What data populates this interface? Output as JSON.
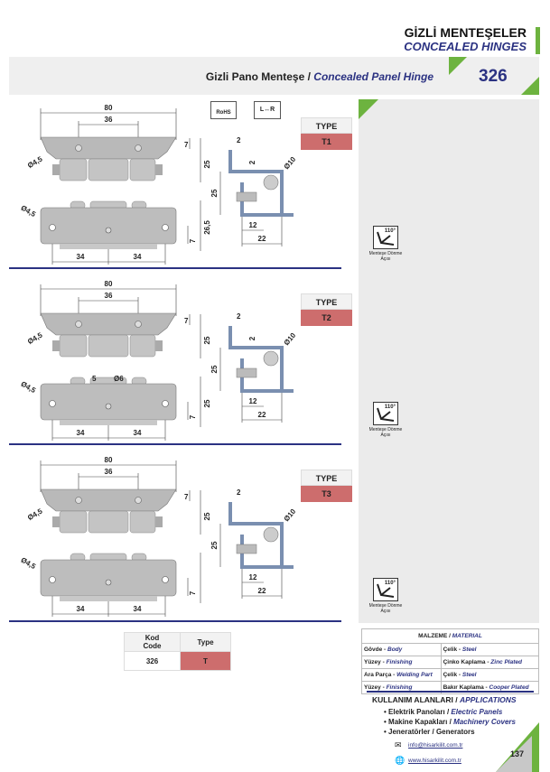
{
  "header": {
    "title_tr": "GİZLİ MENTEŞELER",
    "title_en": "CONCEALED HINGES",
    "subtitle_tr": "Gizli Pano Menteşe / ",
    "subtitle_en": "Concealed Panel Hinge",
    "code": "326"
  },
  "badges": {
    "rohs": "RoHS",
    "lr": "L↔R"
  },
  "colors": {
    "accent": "#2b3282",
    "green": "#6db33f",
    "type_red": "#cd6d6d"
  },
  "sections": [
    {
      "type_label": "TYPE",
      "type": "T1",
      "d80": "80",
      "d36": "36",
      "dia_top": "Ø4,5",
      "h7": "7",
      "h25": "25",
      "dia_bot": "Ø4,5",
      "hb": "26,5",
      "hb7": "7",
      "s34a": "34",
      "s34b": "34",
      "sd2a": "2",
      "sd2b": "2",
      "sd10": "Ø10",
      "sd25": "25",
      "sd12": "12",
      "sd22": "22",
      "extra1": "",
      "extra2": "",
      "rotation": "110°",
      "rotation_label": "Menteşe Dönme Açısı"
    },
    {
      "type_label": "TYPE",
      "type": "T2",
      "d80": "80",
      "d36": "36",
      "dia_top": "Ø4,5",
      "h7": "7",
      "h25": "25",
      "dia_bot": "Ø4,5",
      "hb": "25",
      "hb7": "7",
      "s34a": "34",
      "s34b": "34",
      "sd2a": "2",
      "sd2b": "2",
      "sd10": "Ø10",
      "sd25": "25",
      "sd12": "12",
      "sd22": "22",
      "extra1": "5",
      "extra2": "Ø6",
      "rotation": "110°",
      "rotation_label": "Menteşe Dönme Açısı"
    },
    {
      "type_label": "TYPE",
      "type": "T3",
      "d80": "80",
      "d36": "36",
      "dia_top": "Ø4,5",
      "h7": "7",
      "h25": "25",
      "dia_bot": "Ø4,5",
      "hb": "",
      "hb7": "7",
      "s34a": "34",
      "s34b": "34",
      "sd2a": "2",
      "sd2b": "",
      "sd10": "Ø10",
      "sd25": "25",
      "sd12": "12",
      "sd22": "22",
      "extra1": "",
      "extra2": "",
      "rotation": "110°",
      "rotation_label": "Menteşe Dönme Açısı"
    }
  ],
  "code_table": {
    "h1a": "Kod",
    "h1b": "Code",
    "h2": "Type",
    "code": "326",
    "type": "T"
  },
  "material": {
    "title_tr": "MALZEME / ",
    "title_en": "MATERIAL",
    "rows": [
      {
        "a_tr": "Gövde - ",
        "a_en": "Body",
        "b_tr": "Çelik - ",
        "b_en": "Steel"
      },
      {
        "a_tr": "Yüzey - ",
        "a_en": "Finishing",
        "b_tr": "Çinko Kaplama - ",
        "b_en": "Zinc Plated"
      },
      {
        "a_tr": "Ara Parça - ",
        "a_en": "Welding Part",
        "b_tr": "Çelik - ",
        "b_en": "Steel"
      },
      {
        "a_tr": "Yüzey - ",
        "a_en": "Finishing",
        "b_tr": "Bakır Kaplama - ",
        "b_en": "Cooper Plated"
      }
    ]
  },
  "applications": {
    "title_tr": "KULLANIM ALANLARI / ",
    "title_en": "APPLICATIONS",
    "items": [
      {
        "tr": "• Elektrik Panoları / ",
        "en": "Electric Panels"
      },
      {
        "tr": "• Makine Kapakları / ",
        "en": "Machinery Covers"
      },
      {
        "tr": "• Jeneratörler / Generators",
        "en": ""
      }
    ]
  },
  "contact": {
    "email": "info@hisarkilit.com.tr",
    "web": "www.hisarkilit.com.tr"
  },
  "page_number": "137"
}
